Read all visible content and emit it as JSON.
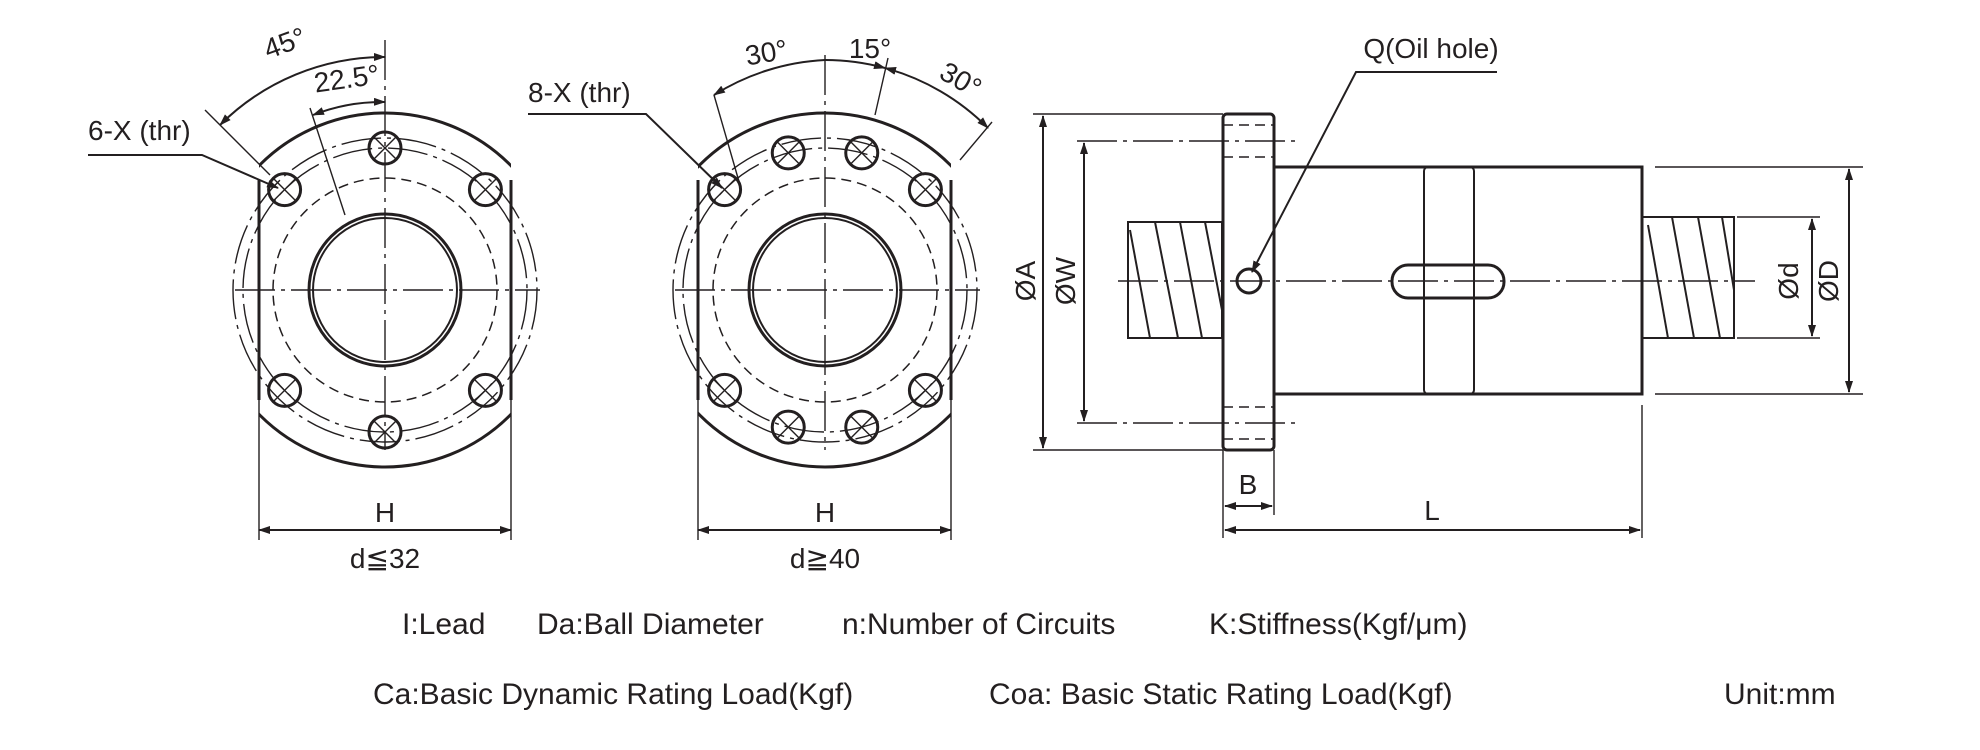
{
  "left_view": {
    "angle_outer": "45°",
    "angle_inner": "22.5°",
    "holes_label": "6-X (thr)",
    "width_label": "H",
    "condition": "d≦32"
  },
  "right_view": {
    "angle_left": "30°",
    "angle_mid": "15°",
    "angle_right": "30°",
    "holes_label": "8-X (thr)",
    "width_label": "H",
    "condition": "d≧40"
  },
  "side_view": {
    "oil_hole": "Q(Oil hole)",
    "dia_A": "ØA",
    "dia_W": "ØW",
    "dia_d": "Ød",
    "dia_D": "ØD",
    "flange_B": "B",
    "length_L": "L"
  },
  "legend": {
    "line1": [
      "I:Lead",
      "Da:Ball Diameter",
      "n:Number of Circuits",
      "K:Stiffness(Kgf/μm)"
    ],
    "line2": [
      "Ca:Basic Dynamic Rating Load(Kgf)",
      "Coa: Basic Static Rating Load(Kgf)"
    ],
    "unit": "Unit:mm"
  }
}
